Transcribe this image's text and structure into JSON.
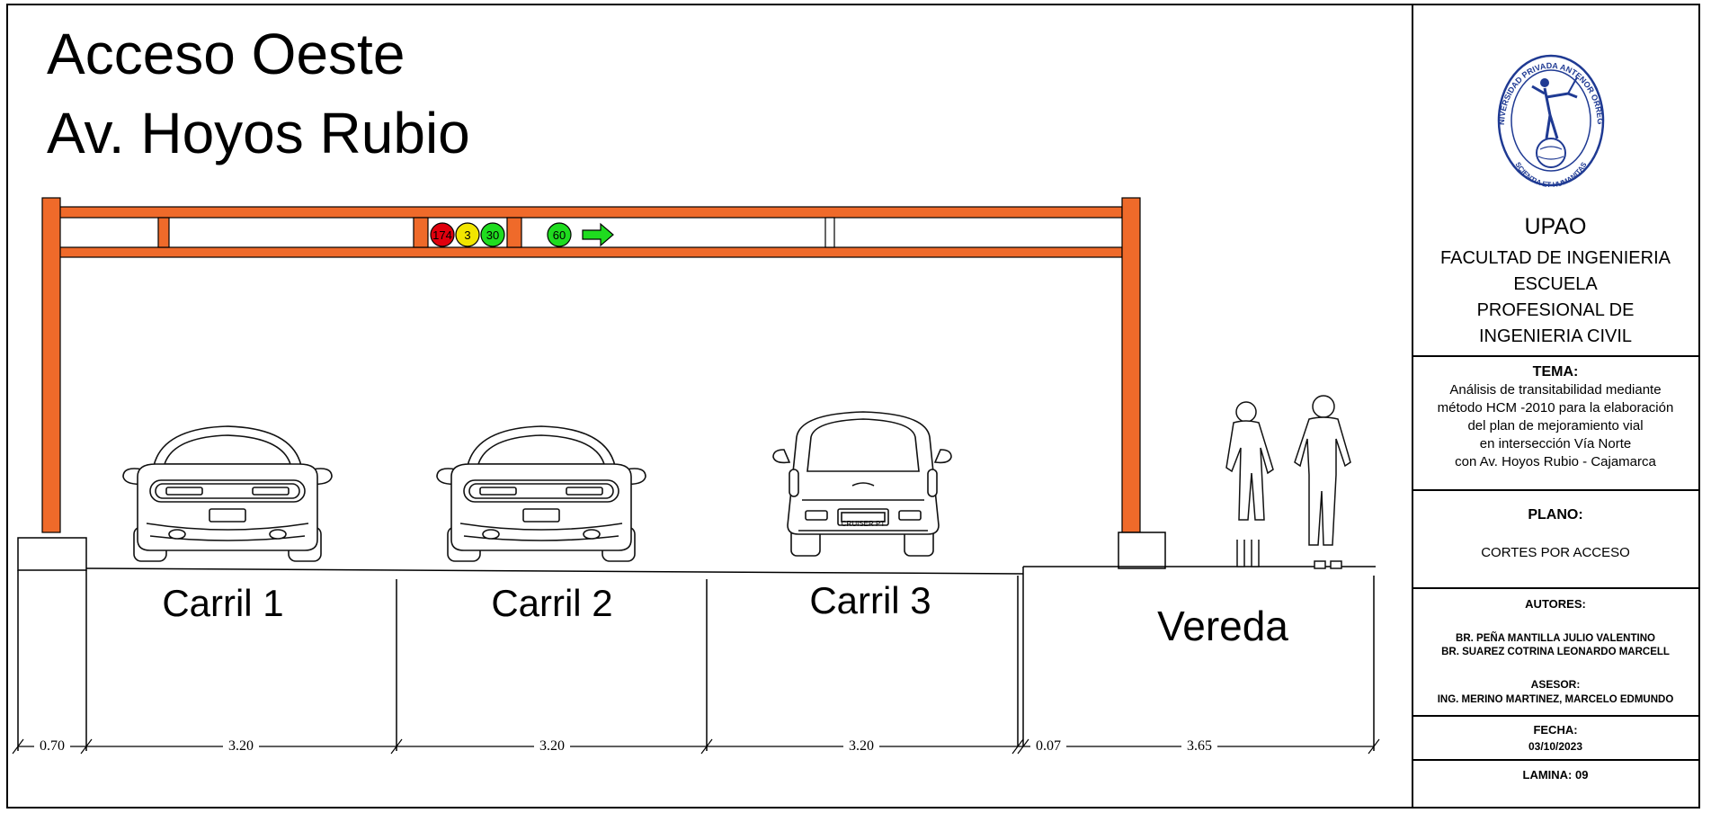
{
  "title": {
    "line1": "Acceso Oeste",
    "line2": "Av. Hoyos Rubio"
  },
  "signals": {
    "red_value": "174",
    "yellow_value": "3",
    "green_value": "30",
    "ped_value": "60",
    "colors": {
      "red": "#e0000d",
      "yellow": "#f2e600",
      "green": "#1fdc1f"
    }
  },
  "gantry": {
    "color": "#ef6a2a"
  },
  "lanes": [
    {
      "label": "Carril 1"
    },
    {
      "label": "Carril 2"
    },
    {
      "label": "Carril 3"
    }
  ],
  "sidewalk": {
    "label": "Vereda"
  },
  "plate": {
    "text": "CRUISER PT"
  },
  "dimensions": [
    "0.70",
    "3.20",
    "3.20",
    "3.20",
    "0.07",
    "3.65"
  ],
  "title_block": {
    "logo": {
      "top_text": "UNIVERSIDAD PRIVADA ANTENOR ORREGO",
      "bottom_text": "SCIENTIA ET HUMANITAS",
      "color": "#1f3a93"
    },
    "institution": {
      "name": "UPAO",
      "faculty": "FACULTAD DE INGENIERIA",
      "school_1": "ESCUELA",
      "school_2": "PROFESIONAL DE",
      "school_3": "INGENIERIA CIVIL"
    },
    "tema": {
      "label": "TEMA:",
      "lines": [
        "Análisis de transitabilidad mediante",
        "método HCM -2010 para la elaboración",
        "del plan de mejoramiento vial",
        "en intersección Vía Norte",
        "con Av. Hoyos Rubio - Cajamarca"
      ]
    },
    "plano": {
      "label": "PLANO:",
      "value": "CORTES POR ACCESO"
    },
    "autores": {
      "label": "AUTORES:",
      "names": [
        "BR. PEÑA MANTILLA JULIO VALENTINO",
        "BR. SUAREZ COTRINA LEONARDO MARCELL"
      ]
    },
    "asesor": {
      "label": "ASESOR:",
      "name": "ING. MERINO MARTINEZ, MARCELO EDMUNDO"
    },
    "fecha": {
      "label": "FECHA:",
      "value": "03/10/2023"
    },
    "lamina": {
      "label": "LAMINA: 09"
    }
  }
}
